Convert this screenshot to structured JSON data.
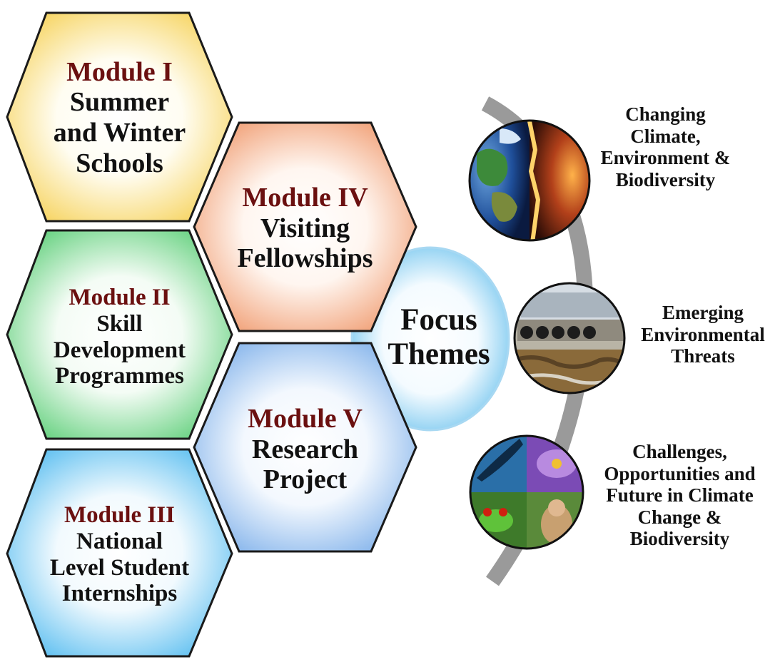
{
  "modules": [
    {
      "id": "m1",
      "title": "Module I",
      "lines": [
        "Summer",
        "and Winter",
        "Schools"
      ],
      "color": "#f8d868"
    },
    {
      "id": "m2",
      "title": "Module II",
      "lines": [
        "Skill",
        "Development",
        "Programmes"
      ],
      "color": "#74d58a"
    },
    {
      "id": "m3",
      "title": "Module III",
      "lines": [
        "National",
        "Level Student",
        "Internships"
      ],
      "color": "#6cc4ee"
    },
    {
      "id": "m4",
      "title": "Module IV",
      "lines": [
        "Visiting",
        "Fellowships"
      ],
      "color": "#f2a47a"
    },
    {
      "id": "m5",
      "title": "Module V",
      "lines": [
        "Research",
        "Project"
      ],
      "color": "#88b7ea"
    }
  ],
  "focus": {
    "lines": [
      "Focus",
      "Themes"
    ],
    "color": "#8fd0f0"
  },
  "themes": [
    {
      "id": "climate",
      "lines": [
        "Changing",
        "Climate,",
        "Environment &",
        "Biodiversity"
      ],
      "icon": "earth-split-image"
    },
    {
      "id": "threats",
      "lines": [
        "Emerging",
        "Environmental",
        "Threats"
      ],
      "icon": "polluted-drain-image"
    },
    {
      "id": "future",
      "lines": [
        "Challenges,",
        "Opportunities and",
        "Future in Climate",
        "Change &",
        "Biodiversity"
      ],
      "icon": "wildlife-collage-image"
    }
  ],
  "colors": {
    "module_title": "#6b1010",
    "text": "#111111",
    "hex_border": "#1a1a1a",
    "arc": "#9a9a9a"
  }
}
